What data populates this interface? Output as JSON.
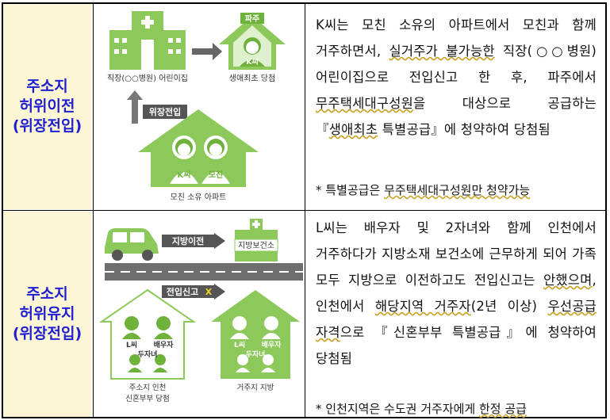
{
  "rows": [
    {
      "label": "주소지\n허위이전\n(위장전입)",
      "para_pre": "K씨는 모친 소유의 아파트에서 모친과 함께 거주하면서, ",
      "para_u1": "실거주가 불가능한",
      "para_mid": " 직장(○○병원) 어린이집으로 전입신고 한 후, 파주에서 ",
      "para_u2": "무주택세대구성원",
      "para_mid2": "을 대상으로 공급하는 『",
      "para_u3": "생애최초",
      "para_post": " 특별공급』에 청약하여 당첨됨",
      "note_pre": "* 특별공급은 ",
      "note_u": "무주택세대구성원만 청약가능",
      "illustration": {
        "building_label": "직장(○○병원) 어린이집",
        "paju_badge": "파주",
        "paju_person": "K씨",
        "paju_caption": "생애최초 당첨",
        "move_tag": "위장전입",
        "house_person1": "K씨",
        "house_person2": "모친",
        "house_caption": "모친 소유 아파트"
      }
    },
    {
      "label": "주소지\n허위유지\n(위장전입)",
      "para_pre": "L씨는 배우자 및 2자녀와 함께 인천에서 거주하다가 지방소재 보건소에 근무하게 되어 가족 모두 지방으로 이전하고도 전입신고는 ",
      "para_u1": "안했으며",
      "para_mid": ", 인천에서 ",
      "para_u2": "해당지역 거주자",
      "para_mid2": "(2년 이상) ",
      "para_u3": "우선공급 자격",
      "para_post": "으로 『신혼부부 특별공급』에 청약하여 당첨됨",
      "note_pre": "* 인천지역은 수도권 거주자에게 ",
      "note_u": "한정 공급",
      "illustration": {
        "car_tag": "지방이전",
        "clinic_label": "지방보건소",
        "no_report_tag": "전입신고",
        "no_report_mark": "X",
        "left_p1": "L씨",
        "left_p2": "배우자",
        "left_kids": "두자녀",
        "left_caption1": "주소지 인천",
        "left_caption2": "신혼부부 당첨",
        "right_p1": "L씨",
        "right_p2": "배우자",
        "right_kids": "두자녀",
        "right_caption": "거주지 지방"
      }
    }
  ],
  "colors": {
    "label_bg": "#fdf6d4",
    "label_text": "#1f1fd1",
    "green": "#8cc95a",
    "green_dark": "#6eb23c",
    "tag_gray": "#5a5a5a"
  }
}
